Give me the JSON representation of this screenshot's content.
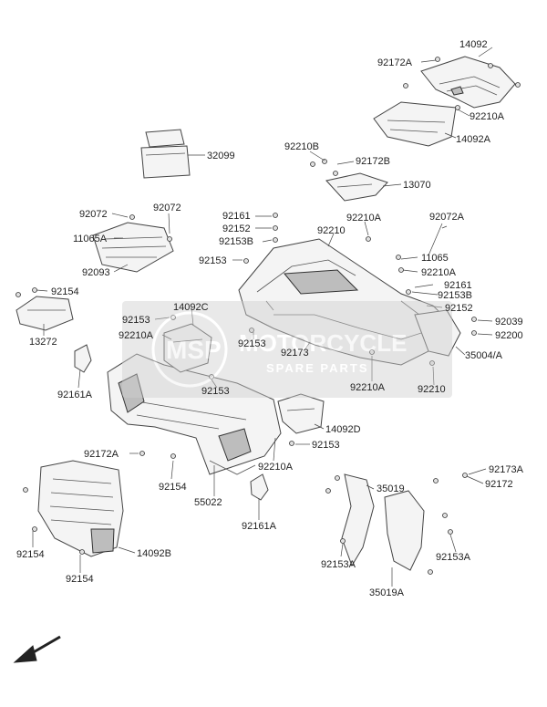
{
  "labels": {
    "l14092": "14092",
    "l92172A_1": "92172A",
    "l92210A_top": "92210A",
    "l14092A": "14092A",
    "l32099": "32099",
    "l92210B": "92210B",
    "l92172B": "92172B",
    "l13070": "13070",
    "l92072_a": "92072",
    "l92072_b": "92072",
    "l11065A": "11065A",
    "l92093": "92093",
    "l92161_a": "92161",
    "l92152_a": "92152",
    "l92153B_a": "92153B",
    "l92153_a": "92153",
    "l92210": "92210",
    "l92210A_b": "92210A",
    "l92072A": "92072A",
    "l11065": "11065",
    "l92210A_c": "92210A",
    "l92161_b": "92161",
    "l92153B_b": "92153B",
    "l92152_b": "92152",
    "l92154_a": "92154",
    "l13272": "13272",
    "l14092C": "14092C",
    "l92153_b": "92153",
    "l92210A_d": "92210A",
    "l92153_c": "92153",
    "l92039": "92039",
    "l92200": "92200",
    "l35004A": "35004/A",
    "l92173": "92173",
    "l92161A_a": "92161A",
    "l92153_d": "92153",
    "l92210A_e": "92210A",
    "l92210_b": "92210",
    "l14092D": "14092D",
    "l92153_e": "92153",
    "l92172A_2": "92172A",
    "l92210A_f": "92210A",
    "l92154_b": "92154",
    "l55022": "55022",
    "l92161A_b": "92161A",
    "l92173A": "92173A",
    "l35019": "35019",
    "l92172": "92172",
    "l92154_c": "92154",
    "l92154_d": "92154",
    "l14092B": "14092B",
    "l92153A_a": "92153A",
    "l92153A_b": "92153A",
    "l35019A": "35019A"
  },
  "watermark": {
    "brand": "MOTORCYCLE",
    "tagline": "SPARE PARTS",
    "badge": "MSP"
  },
  "colors": {
    "line": "#444444",
    "part_fill": "#f4f4f4",
    "watermark": "#b4b4b4"
  },
  "icons": {
    "front_arrow": "front-direction-arrow-icon"
  }
}
